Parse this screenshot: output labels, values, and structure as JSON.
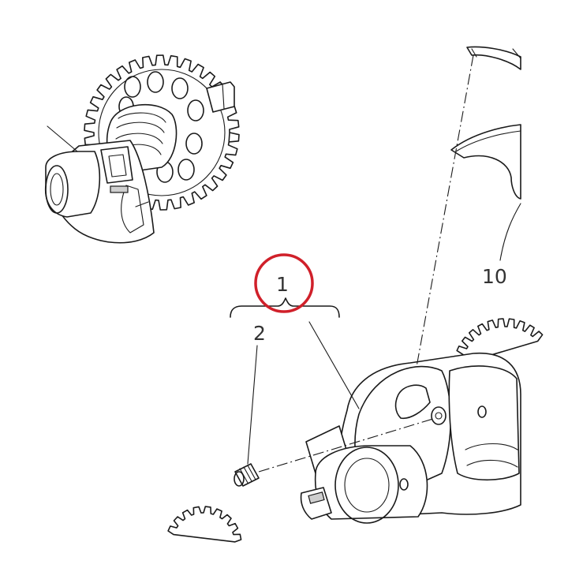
{
  "diagram": {
    "callouts": {
      "assembly": "1",
      "grub_screw": "2",
      "half_bearing": "10"
    },
    "highlight_color": "#d0202a",
    "line_color": "#1a1a1a",
    "label_color": "#333333"
  },
  "icons": {
    "gear": "gear-icon",
    "screw": "screw-icon"
  }
}
